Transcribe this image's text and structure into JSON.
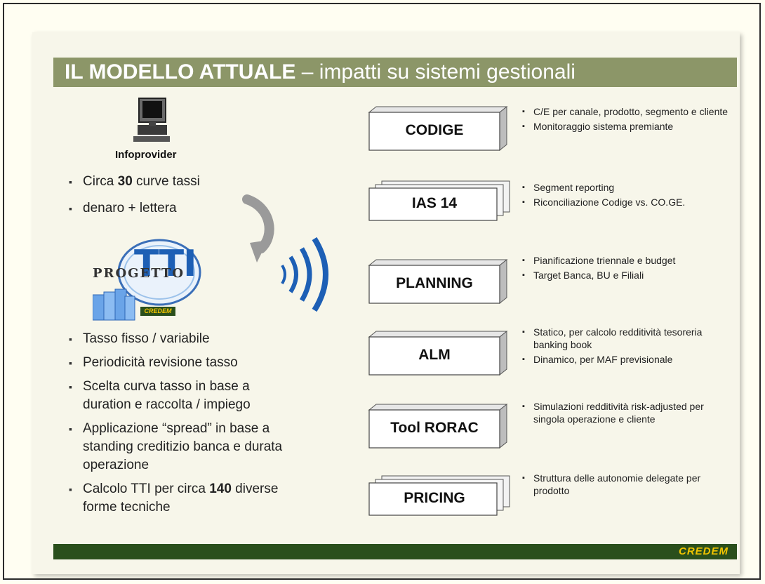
{
  "title": {
    "bold": "IL MODELLO ATTUALE",
    "rest": " – impatti su sistemi gestionali"
  },
  "infoprovider": {
    "label": "Infoprovider",
    "bullets": [
      {
        "pre": "Circa ",
        "bold": "30",
        "post": " curve tassi"
      },
      {
        "pre": "denaro + lettera",
        "bold": "",
        "post": ""
      }
    ]
  },
  "logo": {
    "word": "PROGETTO",
    "tti": "TTI",
    "badge": "CREDEM"
  },
  "tti_bullets": [
    {
      "pre": "Tasso fisso / variabile",
      "bold": "",
      "post": ""
    },
    {
      "pre": "Periodicità revisione tasso",
      "bold": "",
      "post": ""
    },
    {
      "pre": "Scelta curva tasso in base a duration e raccolta / impiego",
      "bold": "",
      "post": ""
    },
    {
      "pre": "Applicazione “spread” in base a standing creditizio banca e durata operazione",
      "bold": "",
      "post": ""
    },
    {
      "pre": "Calcolo TTI per circa ",
      "bold": "140",
      "post": " diverse forme tecniche"
    }
  ],
  "systems": [
    {
      "label": "CODIGE",
      "stacked": false,
      "notes": [
        "C/E per canale, prodotto, segmento e cliente",
        "Monitoraggio sistema premiante"
      ]
    },
    {
      "label": "IAS 14",
      "stacked": true,
      "notes": [
        "Segment reporting",
        "Riconciliazione Codige vs. CO.GE."
      ]
    },
    {
      "label": "PLANNING",
      "stacked": false,
      "notes": [
        "Pianificazione triennale e budget",
        "Target Banca, BU e Filiali"
      ]
    },
    {
      "label": "ALM",
      "stacked": false,
      "notes": [
        "Statico, per calcolo redditività tesoreria banking book",
        "Dinamico, per MAF previsionale"
      ]
    },
    {
      "label": "Tool RORAC",
      "stacked": false,
      "notes": [
        "Simulazioni redditività risk-adjusted per singola operazione e cliente"
      ]
    },
    {
      "label": "PRICING",
      "stacked": true,
      "notes": [
        "Struttura delle autonomie delegate per prodotto"
      ]
    }
  ],
  "footer": {
    "brand": "CREDEM"
  },
  "colors": {
    "title_bar": "#8c9668",
    "footer_bar": "#2a4f1c",
    "brand_text": "#f2c400",
    "wave": "#1d5fb5"
  }
}
